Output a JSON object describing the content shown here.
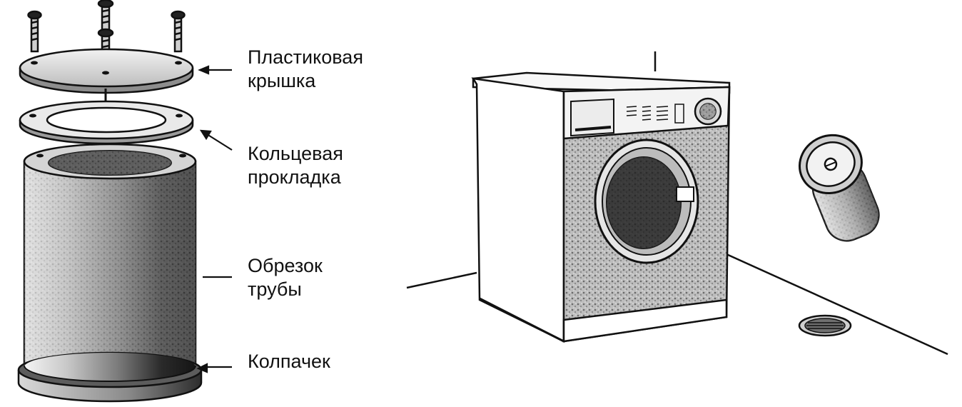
{
  "labels": {
    "lid": {
      "line1": "Пластиковая",
      "line2": "крышка"
    },
    "gasket": {
      "line1": "Кольцевая",
      "line2": "прокладка"
    },
    "pipe": {
      "line1": "Обрезок",
      "line2": "трубы"
    },
    "cap": {
      "line1": "Колпачек"
    }
  },
  "colors": {
    "ink": "#111111",
    "paper": "#ffffff",
    "shade_dark": "#1e1e1e",
    "shade_mid": "#9a9a9a",
    "shade_light": "#e6e6e6"
  }
}
